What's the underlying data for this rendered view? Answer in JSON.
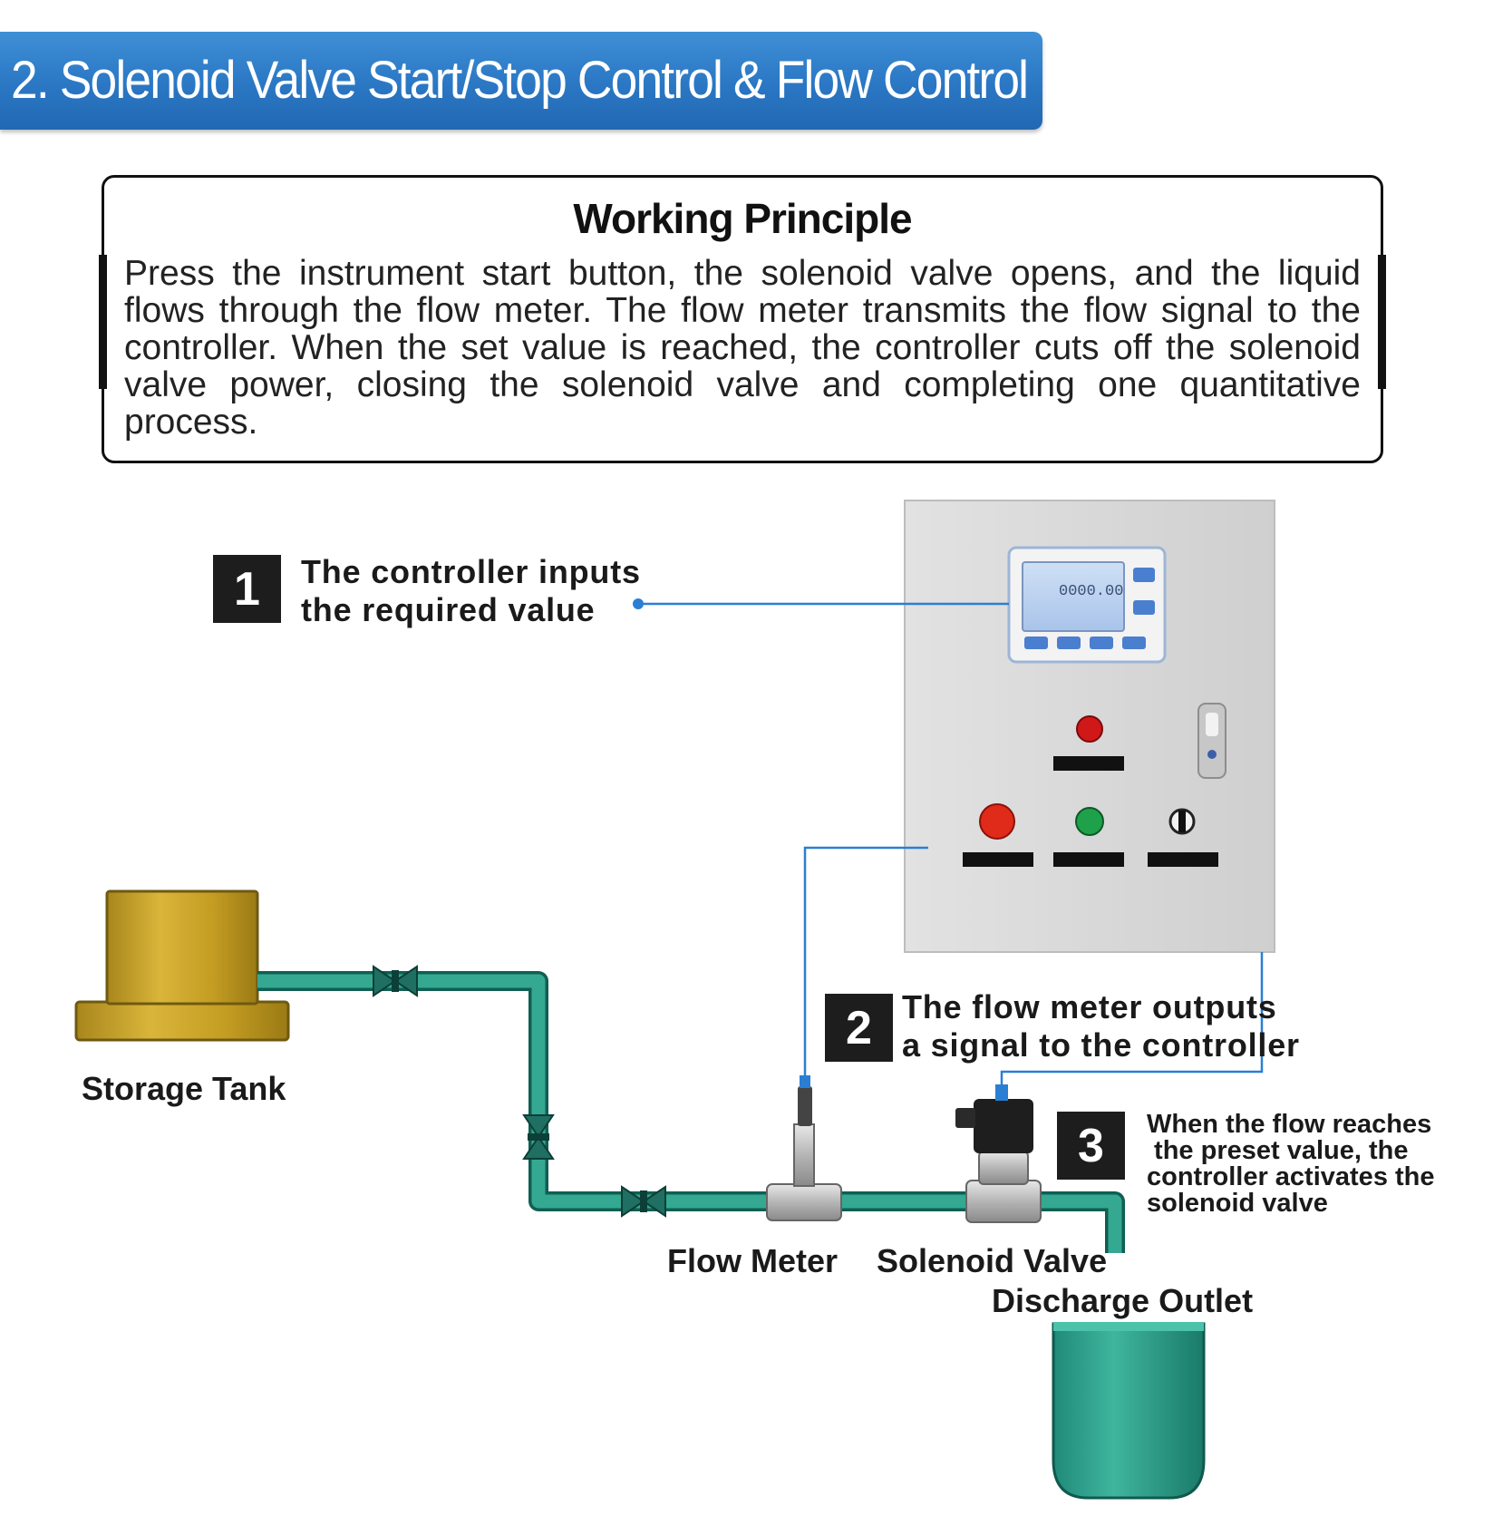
{
  "header": {
    "title": "2.  Solenoid Valve Start/Stop Control & Flow Control"
  },
  "principle": {
    "title": "Working Principle",
    "text": "Press the instrument start button, the solenoid valve opens, and the liquid flows through the flow meter. The flow meter transmits the flow signal to the controller. When the set value is reached, the controller cuts off the solenoid valve power, closing the solenoid valve and completing one quantitative process."
  },
  "steps": [
    {
      "number": "1",
      "text_line1": "The controller inputs",
      "text_line2": "the required value"
    },
    {
      "number": "2",
      "text_line1": "The flow meter outputs",
      "text_line2": "a signal to the controller"
    },
    {
      "number": "3",
      "text_line1": "When the flow reaches",
      "text_line2": " the preset value, the",
      "text_line3": "controller activates the",
      "text_line4": "solenoid valve"
    }
  ],
  "components": {
    "storage_tank": "Storage Tank",
    "flow_meter": "Flow Meter",
    "solenoid_valve": "Solenoid Valve",
    "discharge_outlet": "Discharge Outlet"
  },
  "controller_display": {
    "reading": "0000.00"
  },
  "colors": {
    "banner": "#2a77c4",
    "pipe": "#2f9e8c",
    "tank": "#c9a227",
    "signal_line": "#2a7fd4",
    "cabinet": "#d9d9d9"
  }
}
